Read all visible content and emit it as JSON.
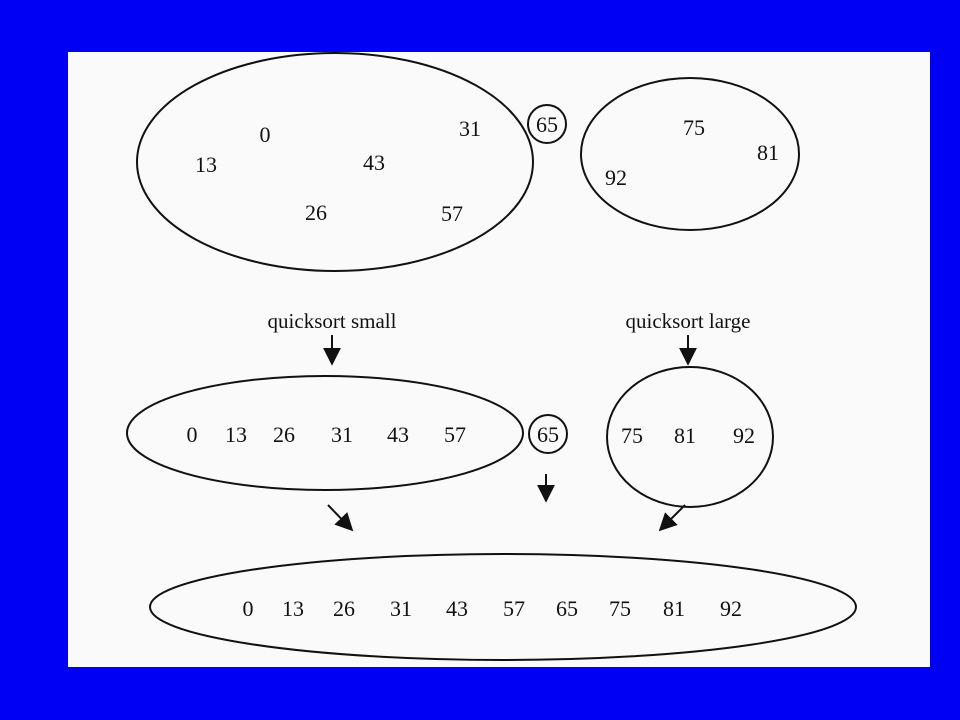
{
  "colors": {
    "slide_background": "#0000f2",
    "panel_background": "#fafafa",
    "ink": "#111111"
  },
  "pivot": "65",
  "step1": {
    "small_set": [
      "0",
      "31",
      "13",
      "43",
      "26",
      "57"
    ],
    "large_set": [
      "75",
      "81",
      "92"
    ]
  },
  "labels": {
    "quicksort_small": "quicksort small",
    "quicksort_large": "quicksort large"
  },
  "step2": {
    "sorted_small": [
      "0",
      "13",
      "26",
      "31",
      "43",
      "57"
    ],
    "sorted_large": [
      "75",
      "81",
      "92"
    ]
  },
  "result": [
    "0",
    "13",
    "26",
    "31",
    "43",
    "57",
    "65",
    "75",
    "81",
    "92"
  ]
}
